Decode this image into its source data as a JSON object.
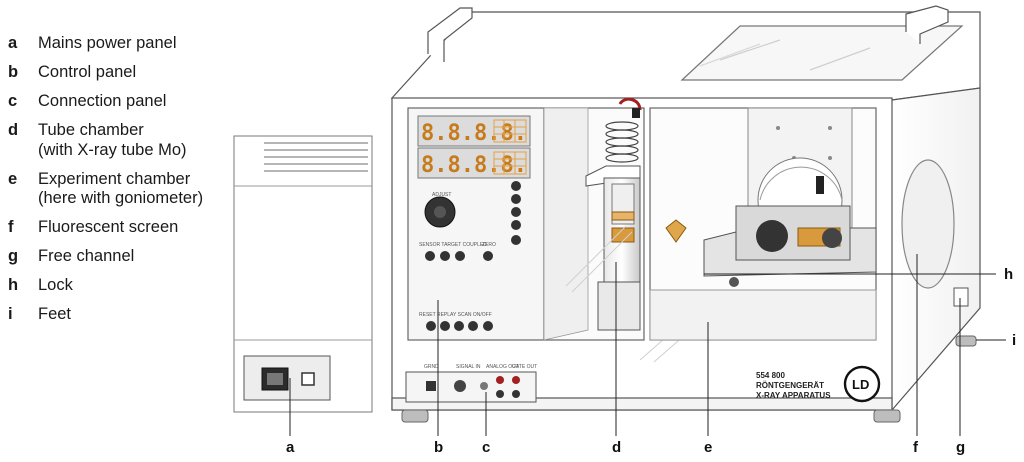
{
  "legend": [
    {
      "key": "a",
      "text": "Mains power panel"
    },
    {
      "key": "b",
      "text": "Control panel"
    },
    {
      "key": "c",
      "text": "Connection panel"
    },
    {
      "key": "d",
      "text": "Tube chamber\n(with X-ray tube Mo)"
    },
    {
      "key": "e",
      "text": "Experiment chamber\n(here with goniometer)"
    },
    {
      "key": "f",
      "text": "Fluorescent screen"
    },
    {
      "key": "g",
      "text": "Free channel"
    },
    {
      "key": "h",
      "text": "Lock"
    },
    {
      "key": "i",
      "text": "Feet"
    }
  ],
  "callouts": {
    "a": "a",
    "b": "b",
    "c": "c",
    "d": "d",
    "e": "e",
    "f": "f",
    "g": "g",
    "h": "h",
    "i": "i"
  },
  "display": {
    "top": "8.8.8.8.",
    "bottom": "8.8.8.8."
  },
  "panel_labels": {
    "knob": "ADJUST",
    "keys": "SENSOR TARGET COUPLED",
    "zero": "ZERO",
    "scan": "SCAN",
    "lower_row": "RESET REPLAY SCAN ON/OFF",
    "conn_a": "GRND",
    "conn_b": "SIGNAL IN",
    "conn_c": "ANALOG OUT",
    "conn_d": "GATE OUT"
  },
  "nameplate": {
    "number": "554 800",
    "line1": "RÖNTGENGERÄT",
    "line2": "X-RAY APPARATUS"
  },
  "logo": "LD",
  "colors": {
    "outline": "#444444",
    "display": "#e69a3a",
    "copper": "#d89a3c",
    "screen": "#f0f0f0",
    "accent_red": "#a32020"
  }
}
